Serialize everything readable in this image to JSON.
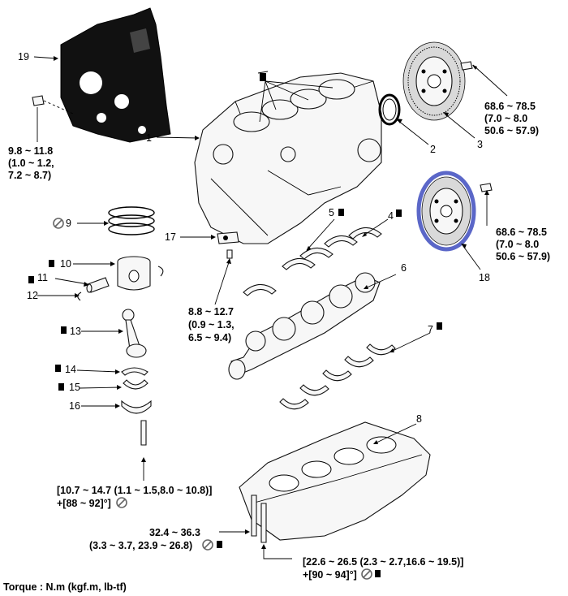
{
  "parts": {
    "p1": "1",
    "p2": "2",
    "p3": "3",
    "p4": "4",
    "p5": "5",
    "p6": "6",
    "p7": "7",
    "p8": "8",
    "p9": "9",
    "p10": "10",
    "p11": "11",
    "p12": "12",
    "p13": "13",
    "p14": "14",
    "p15": "15",
    "p16": "16",
    "p17": "17",
    "p18": "18",
    "p19": "19"
  },
  "torque": {
    "t19": [
      "9.8 ~ 11.8",
      "(1.0 ~ 1.2,",
      "7.2 ~ 8.7)"
    ],
    "t3": [
      "68.6 ~ 78.5",
      "(7.0 ~ 8.0",
      "50.6 ~ 57.9)"
    ],
    "t18": [
      "68.6 ~ 78.5",
      "(7.0 ~ 8.0",
      "50.6 ~ 57.9)"
    ],
    "t17": [
      "8.8 ~ 12.7",
      "(0.9 ~ 1.3,",
      "6.5 ~ 9.4)"
    ],
    "t16": [
      "[10.7 ~ 14.7 (1.1 ~ 1.5,8.0 ~ 10.8)]",
      "+[88 ~ 92]°]"
    ],
    "t8a": [
      "32.4 ~ 36.3",
      "(3.3 ~ 3.7, 23.9 ~ 26.8)"
    ],
    "t8b": [
      "[22.6 ~ 26.5 (2.3 ~ 2.7,16.6 ~ 19.5)]",
      "+[90 ~ 94]°]"
    ]
  },
  "footer": "Torque : N.m (kgf.m, lb-tf)",
  "colors": {
    "line": "#000000",
    "flexplate_ring": "#5b67c8"
  }
}
